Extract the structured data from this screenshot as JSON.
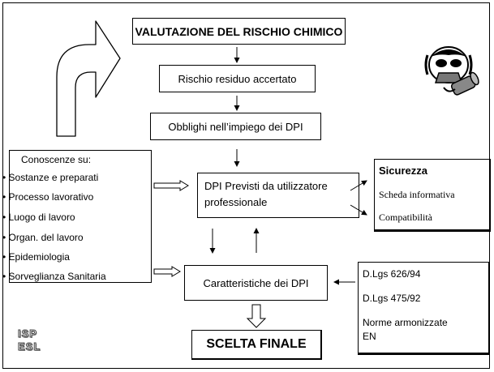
{
  "title": "VALUTAZIONE DEL RISCHIO CHIMICO",
  "step_residual": "Rischio residuo accertato",
  "step_obligations": "Obblighi nell’impiego dei DPI",
  "knowledge": {
    "heading": "Conoscenze su:",
    "items": [
      "Sostanze e preparati",
      "Processo lavorativo",
      "Luogo di lavoro",
      "Organ. del lavoro",
      "Epidemiologia",
      "Sorveglianza Sanitaria"
    ]
  },
  "dpi_planned": [
    "DPI Previsti da utilizzatore",
    "professionale"
  ],
  "safety": {
    "heading": "Sicurezza",
    "items": [
      "Scheda informativa",
      "Compatibilità"
    ]
  },
  "dpi_features": "Caratteristiche dei DPI",
  "laws": [
    "D.Lgs 626/94",
    "D.Lgs 475/92",
    "Norme armonizzate",
    "EN"
  ],
  "final_choice": "SCELTA FINALE",
  "logo_text": "ISPESL",
  "icons": [
    "curved-arrow-icon",
    "gas-mask-icon",
    "ispesl-logo"
  ]
}
